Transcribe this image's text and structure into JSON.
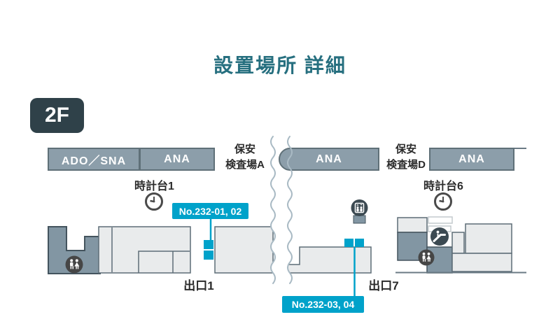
{
  "title": "設置場所 詳細",
  "floor_badge": "2F",
  "counters": {
    "ado_sna": "ADO／SNA",
    "ana_left": "ANA",
    "ana_middle": "ANA",
    "ana_right": "ANA"
  },
  "security_checkpoints": {
    "a": {
      "line1": "保安",
      "line2": "検査場A"
    },
    "d": {
      "line1": "保安",
      "line2": "検査場D"
    }
  },
  "clock_towers": {
    "left": "時計台1",
    "right": "時計台6"
  },
  "signage_locations": {
    "group1": {
      "label": "No.232-01, 02"
    },
    "group2": {
      "label": "No.232-03, 04"
    }
  },
  "exits": {
    "exit1": "出口1",
    "exit7": "出口7"
  },
  "icons": {
    "clock": "clock-icon",
    "restroom": "restroom-icon",
    "elevator": "elevator-icon",
    "escalator": "escalator-icon"
  },
  "colors": {
    "accent_cyan": "#00a2ca",
    "counter_fill": "#8c9eaa",
    "block_fill": "#8296a3",
    "building_fill": "#e9ebec",
    "building_stroke": "#5d6d77",
    "title_teal": "#266f7f",
    "badge_dark": "#2f4149",
    "wave_stroke": "#a9bac4",
    "icon_dark": "#3c4a52"
  }
}
